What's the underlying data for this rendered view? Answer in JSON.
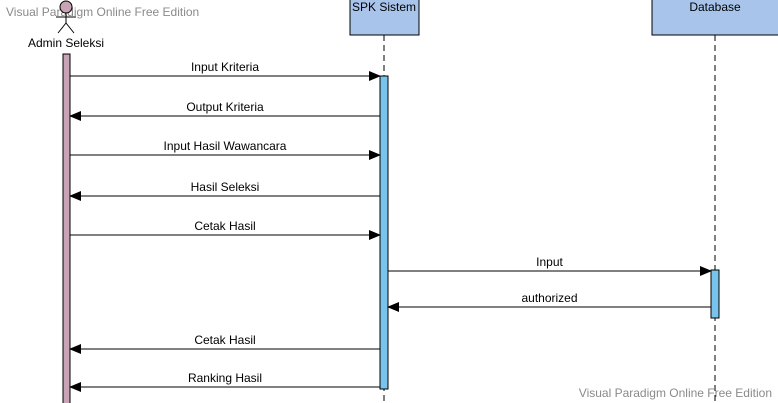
{
  "watermark": "Visual Paradigm Online Free Edition",
  "actor": {
    "label": "Admin Seleksi"
  },
  "lifelines": [
    {
      "id": "spk",
      "label": "SPK Sistem"
    },
    {
      "id": "db",
      "label": "Database"
    }
  ],
  "messages": [
    {
      "label": "Input Kriteria",
      "from": "actor",
      "to": "spk"
    },
    {
      "label": "Output Kriteria",
      "from": "spk",
      "to": "actor"
    },
    {
      "label": "Input Hasil Wawancara",
      "from": "actor",
      "to": "spk"
    },
    {
      "label": "Hasil Seleksi",
      "from": "spk",
      "to": "actor"
    },
    {
      "label": "Cetak Hasil",
      "from": "actor",
      "to": "spk"
    },
    {
      "label": "Input",
      "from": "spk",
      "to": "db"
    },
    {
      "label": "authorized",
      "from": "db",
      "to": "spk"
    },
    {
      "label": "Cetak Hasil",
      "from": "spk",
      "to": "actor"
    },
    {
      "label": "Ranking Hasil",
      "from": "spk",
      "to": "actor"
    }
  ],
  "colors": {
    "actor_activation": "#c9a3b6",
    "actor_head": "#c9a3b6",
    "header_fill": "#a9c4eb",
    "activation": "#79c4ec",
    "line": "#000000"
  }
}
